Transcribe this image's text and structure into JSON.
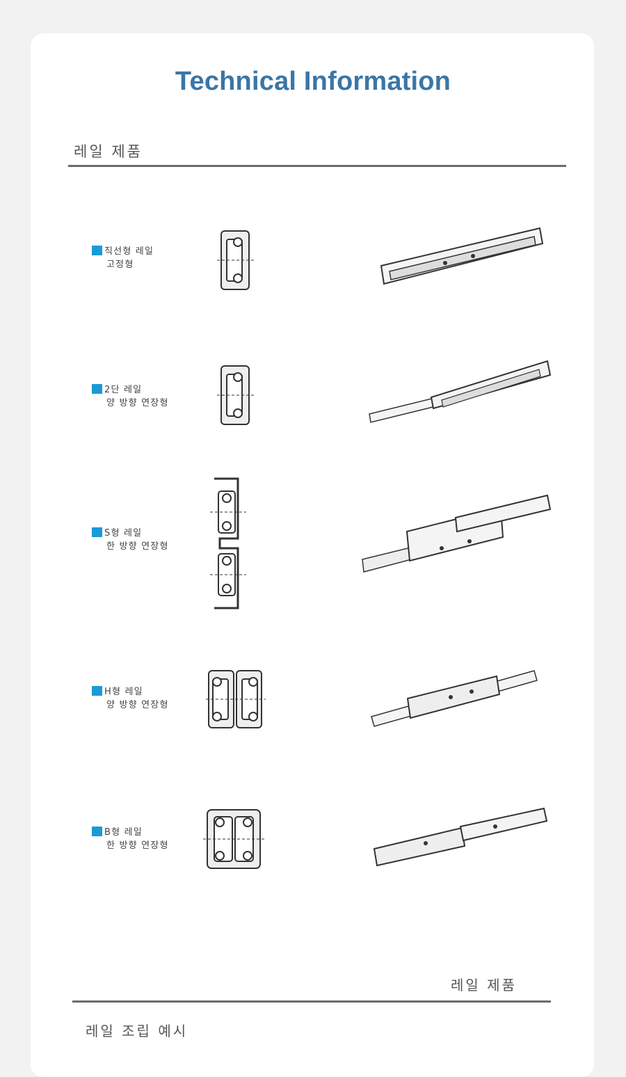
{
  "page_title": "Technical Information",
  "section_heading": "레일 제품",
  "products": [
    {
      "name": "직선형 레일",
      "subtitle": "고정형"
    },
    {
      "name": "2단 레일",
      "subtitle": "양 방향 연장형"
    },
    {
      "name": "S형 레일",
      "subtitle": "한 방향 연장형"
    },
    {
      "name": "H형 레일",
      "subtitle": "양 방향 연장형"
    },
    {
      "name": "B형 레일",
      "subtitle": "한 방향 연장형"
    }
  ],
  "footer_label": "레일 제품",
  "section2_heading": "레일 조립 예시",
  "colors": {
    "title": "#3a76a6",
    "bullet": "#1b9ad6",
    "rule": "#6b6b6b"
  }
}
